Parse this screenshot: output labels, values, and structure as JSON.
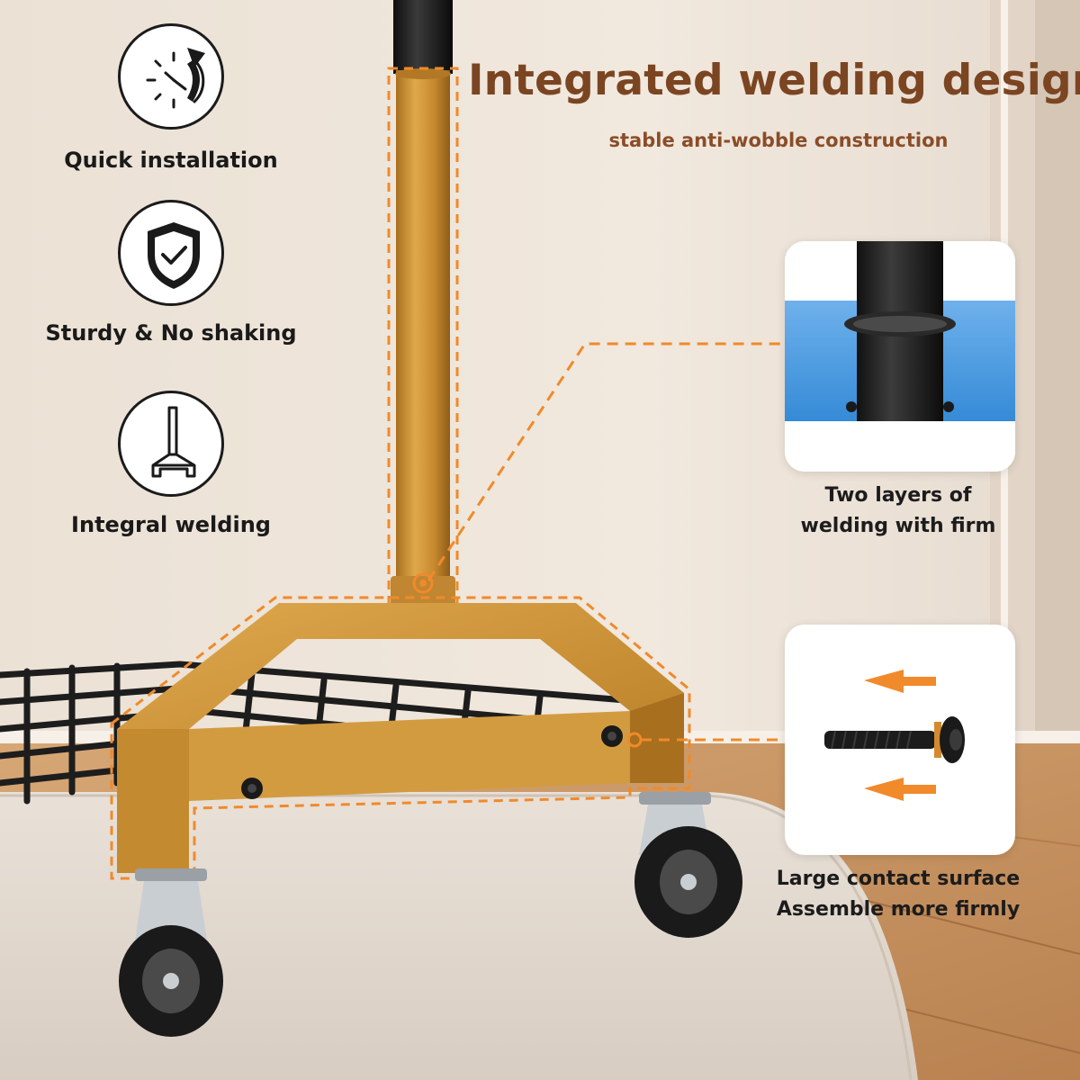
{
  "headline": "Integrated welding design",
  "subline": "stable anti-wobble construction",
  "features": [
    {
      "icon": "clock-icon",
      "label": "Quick installation"
    },
    {
      "icon": "shield-check-icon",
      "label": "Sturdy & No shaking"
    },
    {
      "icon": "weld-base-icon",
      "label": "Integral welding"
    }
  ],
  "details": [
    {
      "caption_line1": "Two layers of",
      "caption_line2": "welding with firm"
    },
    {
      "caption_line1": "Large contact surface",
      "caption_line2": "Assemble more firmly"
    }
  ],
  "colors": {
    "accent_orange": "#f08a2b",
    "frame_gold": "#c9912e",
    "headline_brown": "#7b4522",
    "pole_black": "#1a1a1a"
  }
}
